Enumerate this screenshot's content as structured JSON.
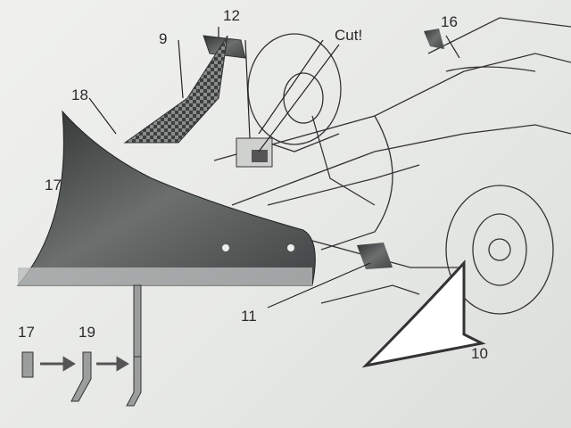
{
  "labels": {
    "part12": "12",
    "part9": "9",
    "cut": "Cut!",
    "part16": "16",
    "part18": "18",
    "part17": "17",
    "part11": "11",
    "part17_small": "17",
    "part19": "19",
    "part10": "10"
  },
  "colors": {
    "paper": "#e9ebe8",
    "line": "#333333",
    "metal_dark": "#3a3d3d",
    "metal_light": "#9fa3a2"
  }
}
